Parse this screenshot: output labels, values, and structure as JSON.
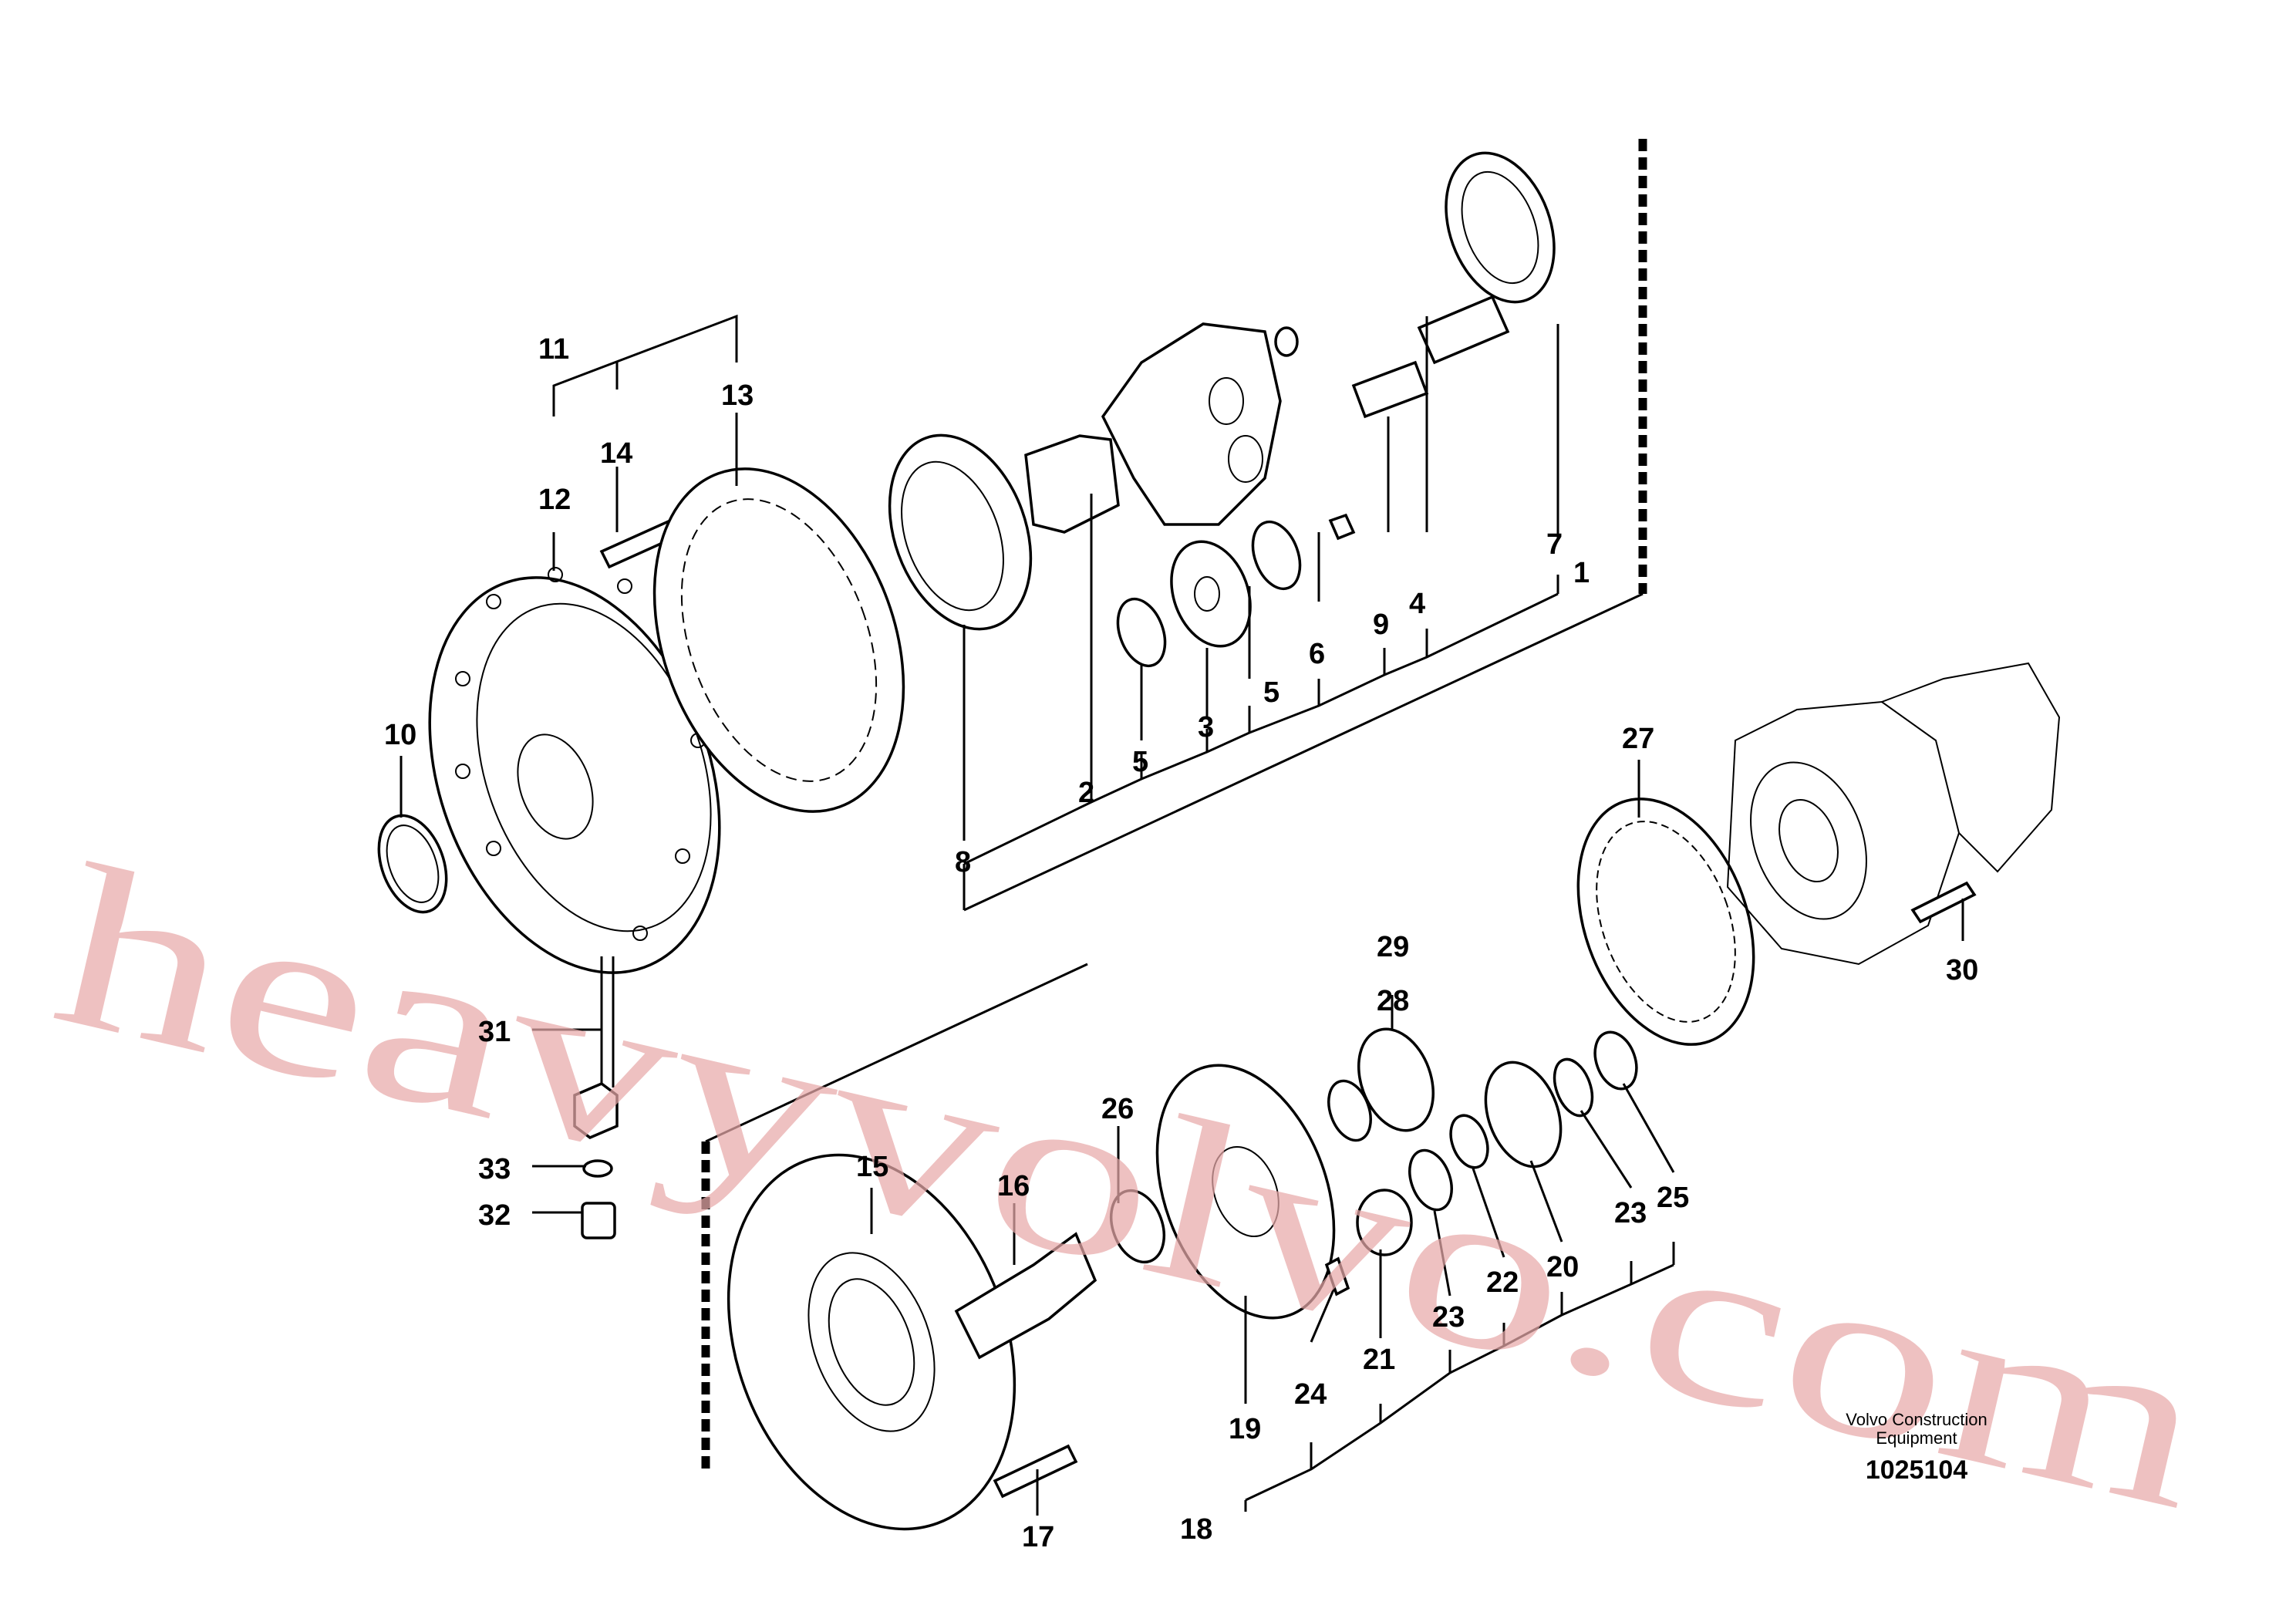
{
  "watermark": "heavyvolvo.com",
  "credit": {
    "line1": "Volvo Construction",
    "line2": "Equipment"
  },
  "diagram_code": "1025104",
  "callouts": {
    "n1": "1",
    "n2": "2",
    "n3": "3",
    "n4": "4",
    "n5a": "5",
    "n5b": "5",
    "n6": "6",
    "n7": "7",
    "n8": "8",
    "n9": "9",
    "n10": "10",
    "n11": "11",
    "n12": "12",
    "n13": "13",
    "n14": "14",
    "n15": "15",
    "n16": "16",
    "n17": "17",
    "n18": "18",
    "n19": "19",
    "n20": "20",
    "n21": "21",
    "n22": "22",
    "n23a": "23",
    "n23b": "23",
    "n24": "24",
    "n25": "25",
    "n26": "26",
    "n27": "27",
    "n28": "28",
    "n29": "29",
    "n30": "30",
    "n31": "31",
    "n32": "32",
    "n33": "33"
  }
}
